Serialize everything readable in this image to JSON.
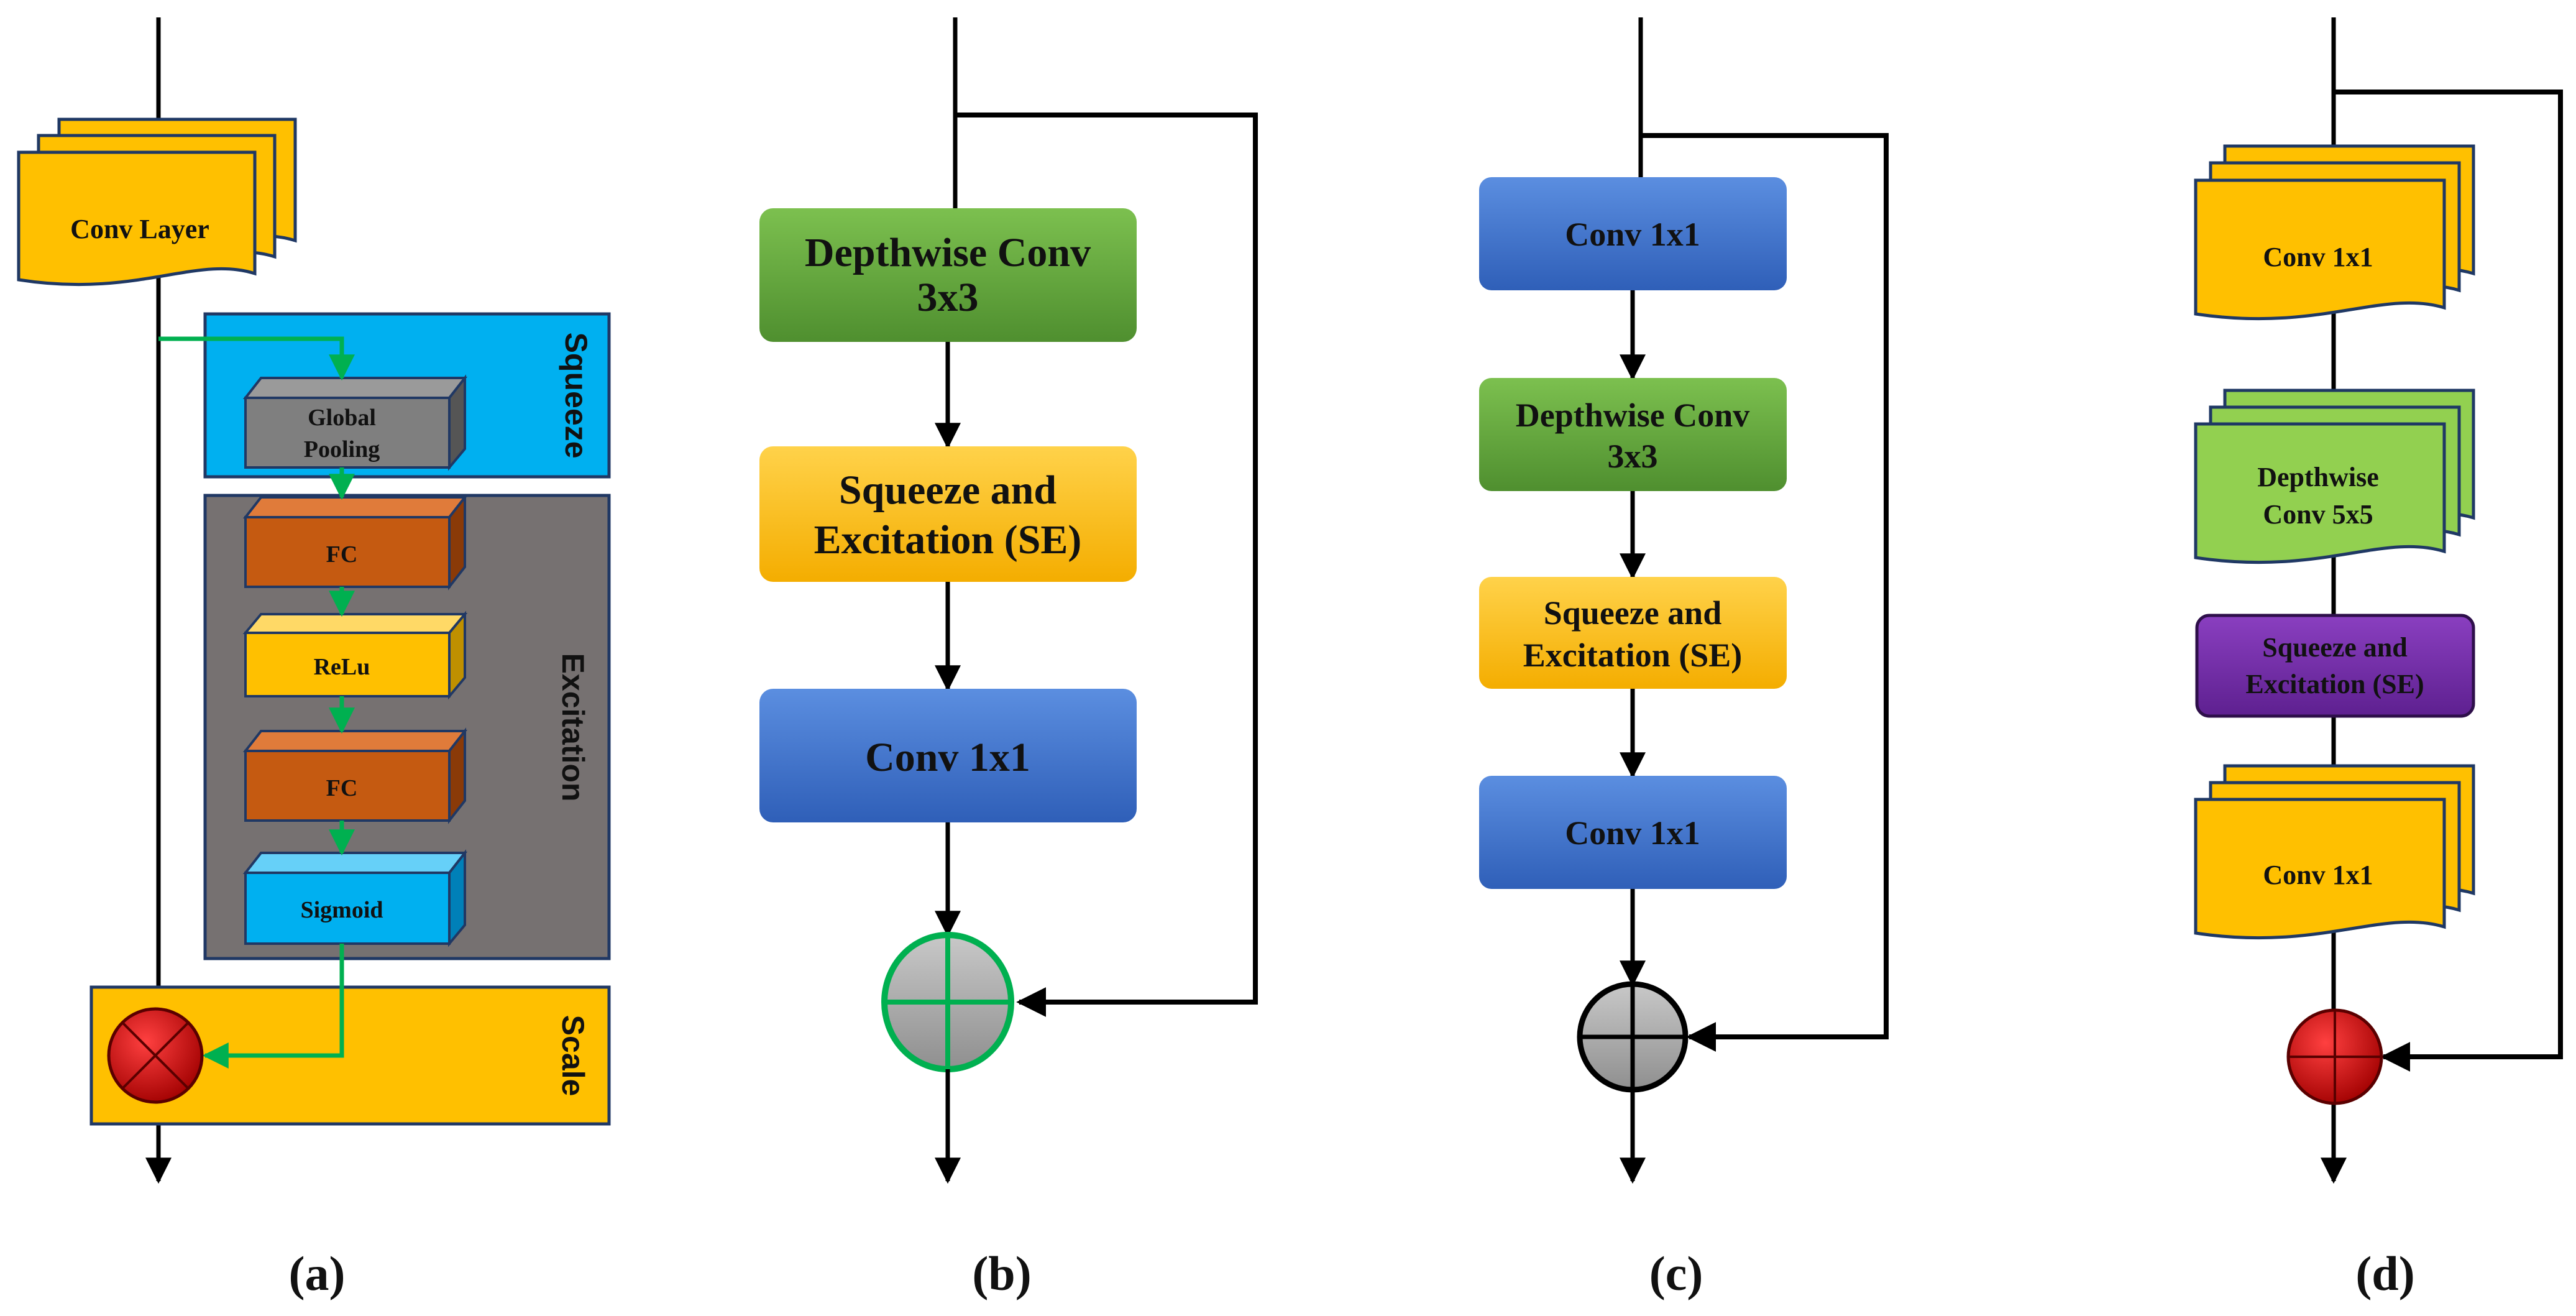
{
  "panel_a": {
    "conv_layer": "Conv Layer",
    "squeeze": "Squeeze",
    "excitation": "Excitation",
    "scale": "Scale",
    "global_pooling_line1": "Global",
    "global_pooling_line2": "Pooling",
    "fc1": "FC",
    "relu": "ReLu",
    "fc2": "FC",
    "sigmoid": "Sigmoid",
    "caption": "a"
  },
  "panel_b": {
    "depthwise_line1": "Depthwise Conv",
    "depthwise_line2": "3x3",
    "se_line1": "Squeeze and",
    "se_line2": "Excitation (SE)",
    "conv": "Conv 1x1",
    "caption": "b"
  },
  "panel_c": {
    "conv_top": "Conv 1x1",
    "depthwise_line1": "Depthwise Conv",
    "depthwise_line2": "3x3",
    "se_line1": "Squeeze and",
    "se_line2": "Excitation (SE)",
    "conv_bottom": "Conv 1x1",
    "caption": "c"
  },
  "panel_d": {
    "conv_top": "Conv 1x1",
    "depthwise_line1": "Depthwise",
    "depthwise_line2": "Conv 5x5",
    "se_line1": "Squeeze and",
    "se_line2": "Excitation (SE)",
    "conv_bottom": "Conv 1x1",
    "caption": "d"
  },
  "colors": {
    "yellow": "#FFC000",
    "cyan": "#00B0F0",
    "gray_panel": "#767171",
    "gray_block": "#7F7F7F",
    "orange": "#C55A11",
    "green_block": "#70AD47",
    "blue_block": "#4472C4",
    "purple": "#7030A0",
    "light_green": "#92D050",
    "red": "#C00000",
    "green_line": "#00B050"
  }
}
